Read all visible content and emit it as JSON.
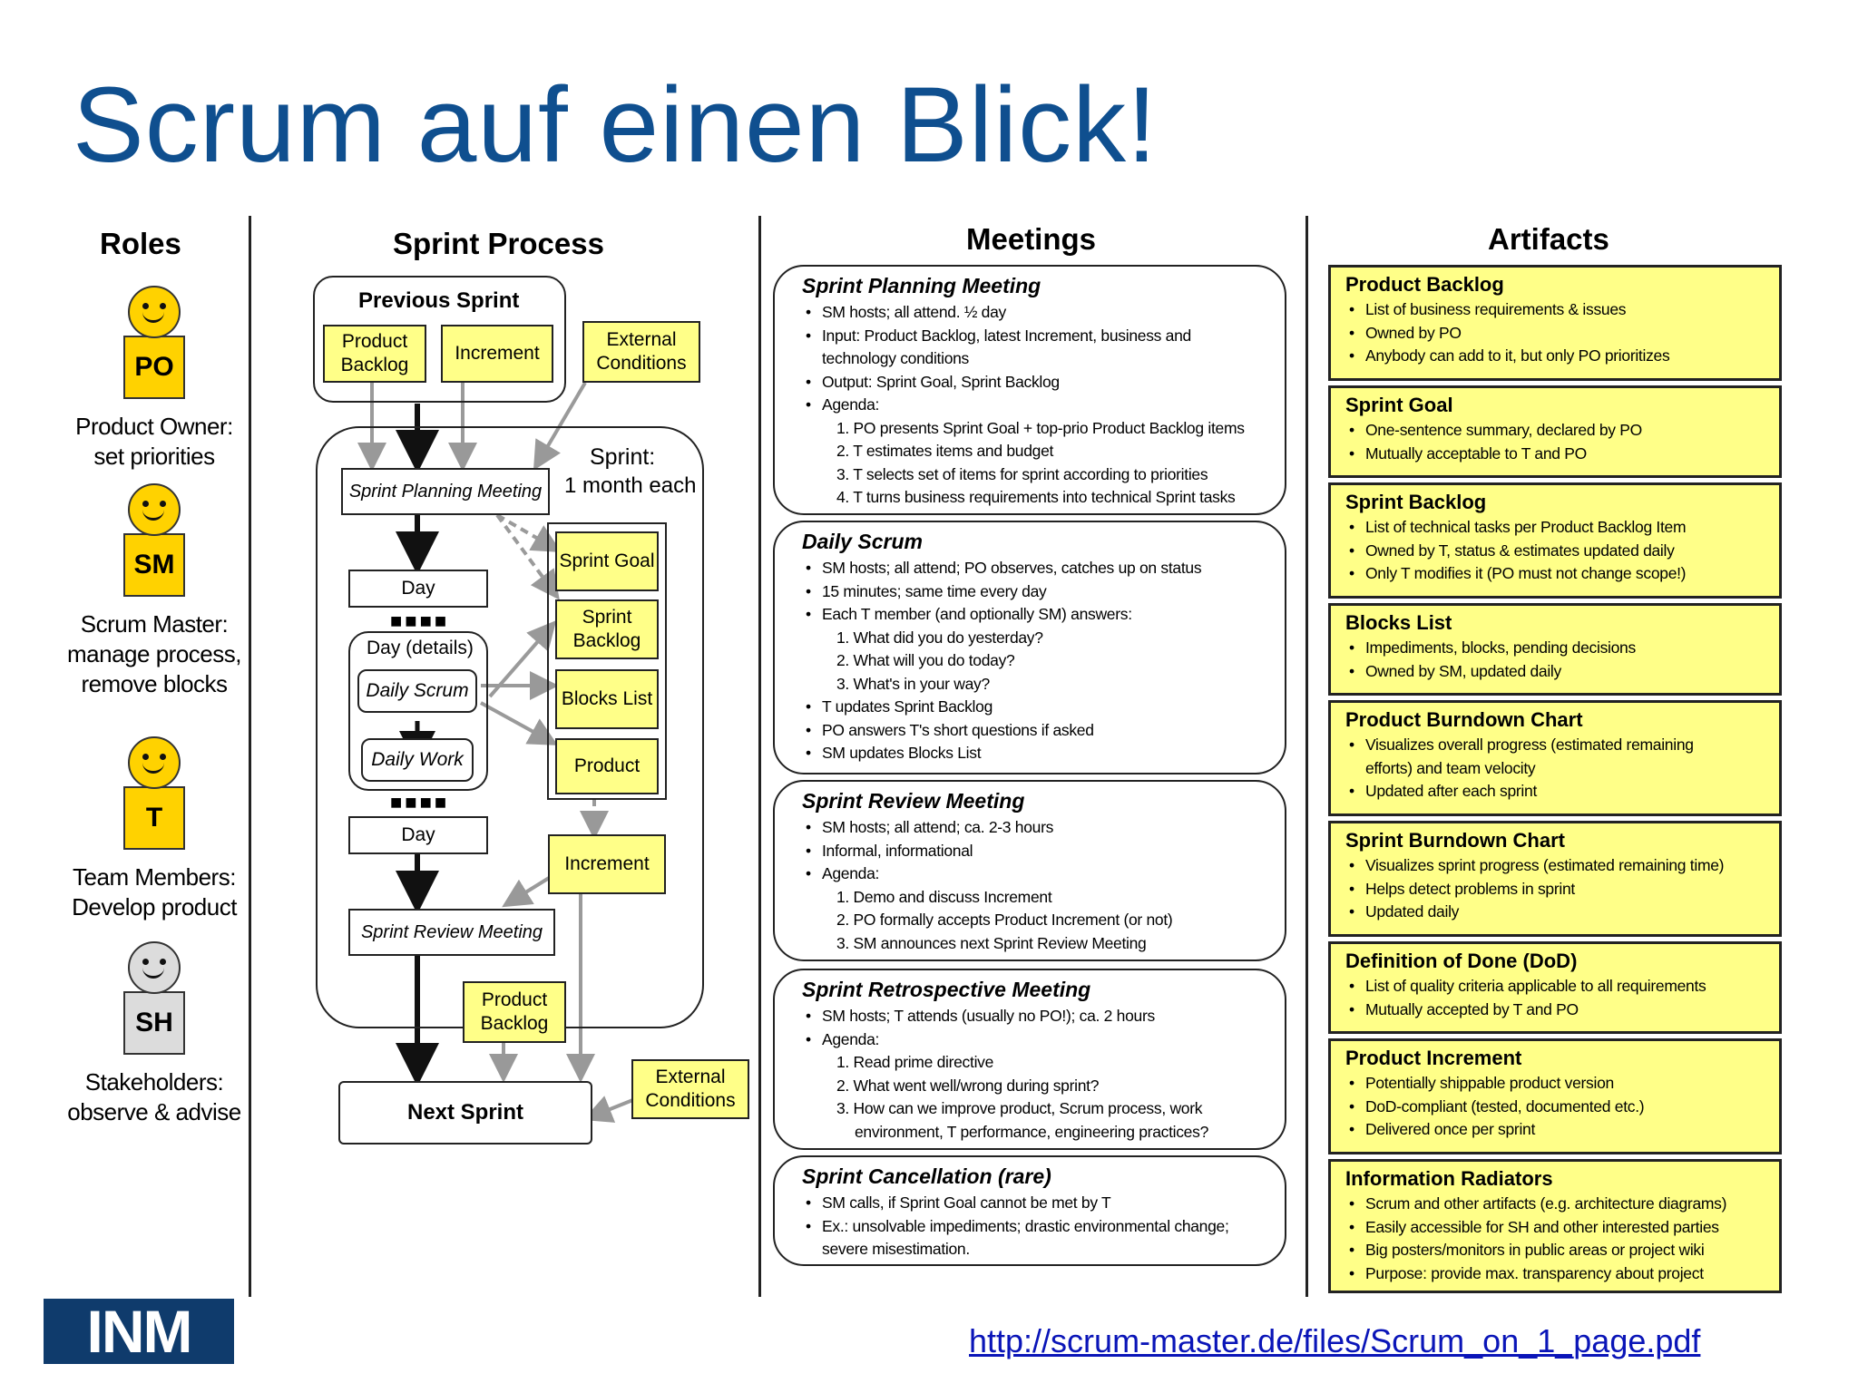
{
  "title": "Scrum auf einen Blick!",
  "columns": {
    "roles": "Roles",
    "process": "Sprint Process",
    "meetings": "Meetings",
    "artifacts": "Artifacts"
  },
  "roles": [
    {
      "badge": "PO",
      "desc": [
        "Product Owner:",
        "set priorities"
      ]
    },
    {
      "badge": "SM",
      "desc": [
        "Scrum Master:",
        "manage process,",
        "remove blocks"
      ]
    },
    {
      "badge": "T",
      "desc": [
        "Team Members:",
        "Develop product"
      ]
    },
    {
      "badge": "SH",
      "desc": [
        "Stakeholders:",
        "observe & advise"
      ]
    }
  ],
  "process": {
    "previous_sprint": "Previous Sprint",
    "product_backlog": "Product Backlog",
    "increment": "Increment",
    "external_conditions": "External Conditions",
    "sprint_label": "Sprint:",
    "sprint_duration": "1 month each",
    "sprint_planning": "Sprint Planning Meeting",
    "day": "Day",
    "day_details": "Day (details)",
    "daily_scrum": "Daily Scrum",
    "daily_work": "Daily Work",
    "sprint_goal": "Sprint Goal",
    "sprint_backlog": "Sprint Backlog",
    "blocks_list": "Blocks List",
    "product": "Product",
    "increment2": "Increment",
    "sprint_review": "Sprint Review Meeting",
    "product_backlog2": "Product Backlog",
    "next_sprint": "Next Sprint",
    "external_conditions2": "External Conditions",
    "dots": "■■■■"
  },
  "meetings": [
    {
      "title": "Sprint Planning Meeting",
      "items": [
        {
          "t": "b",
          "text": "SM hosts; all attend. ½ day"
        },
        {
          "t": "b",
          "text": "Input: Product Backlog, latest Increment, business and"
        },
        {
          "t": "c",
          "text": "technology conditions"
        },
        {
          "t": "b",
          "text": "Output: Sprint Goal, Sprint Backlog"
        },
        {
          "t": "b",
          "text": "Agenda:"
        },
        {
          "t": "n",
          "text": "1. PO presents Sprint Goal + top-prio Product Backlog items"
        },
        {
          "t": "n",
          "text": "2. T estimates items and budget"
        },
        {
          "t": "n",
          "text": "3. T selects set of items for sprint according to priorities"
        },
        {
          "t": "n",
          "text": "4. T turns business requirements into technical Sprint tasks"
        }
      ]
    },
    {
      "title": "Daily Scrum",
      "items": [
        {
          "t": "b",
          "text": "SM hosts; all attend; PO observes, catches up on status"
        },
        {
          "t": "b",
          "text": "15 minutes; same time every day"
        },
        {
          "t": "b",
          "text": "Each T member (and optionally SM) answers:"
        },
        {
          "t": "n",
          "text": "1. What did you do yesterday?"
        },
        {
          "t": "n",
          "text": "2. What will you do today?"
        },
        {
          "t": "n",
          "text": "3. What's in your way?"
        },
        {
          "t": "b",
          "text": "T updates Sprint Backlog"
        },
        {
          "t": "b",
          "text": "PO answers T's short questions if asked"
        },
        {
          "t": "b",
          "text": "SM updates Blocks List"
        }
      ]
    },
    {
      "title": "Sprint Review Meeting",
      "items": [
        {
          "t": "b",
          "text": "SM hosts; all attend; ca. 2-3 hours"
        },
        {
          "t": "b",
          "text": "Informal, informational"
        },
        {
          "t": "b",
          "text": "Agenda:"
        },
        {
          "t": "n",
          "text": "1. Demo and discuss Increment"
        },
        {
          "t": "n",
          "text": "2. PO formally accepts Product Increment (or not)"
        },
        {
          "t": "n",
          "text": "3. SM announces next Sprint Review Meeting"
        }
      ]
    },
    {
      "title": "Sprint Retrospective Meeting",
      "items": [
        {
          "t": "b",
          "text": "SM hosts; T attends (usually no PO!); ca. 2 hours"
        },
        {
          "t": "b",
          "text": "Agenda:"
        },
        {
          "t": "n",
          "text": "1. Read prime directive"
        },
        {
          "t": "n",
          "text": "2. What went well/wrong during sprint?"
        },
        {
          "t": "n",
          "text": "3. How can we improve product, Scrum process, work"
        },
        {
          "t": "m",
          "text": "environment, T performance, engineering practices?"
        }
      ]
    },
    {
      "title": "Sprint Cancellation (rare)",
      "items": [
        {
          "t": "b",
          "text": "SM calls, if Sprint Goal cannot be met by T"
        },
        {
          "t": "b",
          "text": "Ex.: unsolvable impediments; drastic environmental change;"
        },
        {
          "t": "c",
          "text": "severe misestimation."
        }
      ]
    }
  ],
  "artifacts": [
    {
      "title": "Product Backlog",
      "items": [
        "List of business requirements & issues",
        "Owned by PO",
        "Anybody can add to it, but only PO prioritizes"
      ]
    },
    {
      "title": "Sprint Goal",
      "items": [
        "One-sentence summary, declared by PO",
        "Mutually acceptable to T and PO"
      ]
    },
    {
      "title": "Sprint Backlog",
      "items": [
        "List of technical tasks per Product Backlog Item",
        "Owned by T, status & estimates updated daily",
        "Only T modifies it (PO must not change scope!)"
      ]
    },
    {
      "title": "Blocks List",
      "items": [
        "Impediments, blocks, pending decisions",
        "Owned by SM, updated daily"
      ]
    },
    {
      "title": "Product Burndown Chart",
      "items": [
        "Visualizes overall progress (estimated remaining",
        "~efforts) and team velocity",
        "Updated after each sprint"
      ]
    },
    {
      "title": "Sprint Burndown Chart",
      "items": [
        "Visualizes sprint progress (estimated remaining time)",
        "Helps detect problems in sprint",
        "Updated daily"
      ]
    },
    {
      "title": "Definition of Done (DoD)",
      "items": [
        "List of quality criteria applicable to all requirements",
        "Mutually accepted by T and PO"
      ]
    },
    {
      "title": "Product Increment",
      "items": [
        "Potentially shippable product version",
        "DoD-compliant (tested, documented etc.)",
        "Delivered once per sprint"
      ]
    },
    {
      "title": "Information Radiators",
      "items": [
        "Scrum and other artifacts (e.g. architecture diagrams)",
        "Easily accessible for SH and other interested parties",
        "Big posters/monitors in public areas or project wiki",
        "Purpose: provide max. transparency about project"
      ]
    }
  ],
  "logo_text": "INM",
  "source_link": "http://scrum-master.de/files/Scrum_on_1_page.pdf",
  "colors": {
    "title": "#0f4f8f",
    "role_yellow": "#ffd200",
    "box_yellow": "#ffff88",
    "logo": "#0f3b6c",
    "link": "#0a15b8"
  }
}
